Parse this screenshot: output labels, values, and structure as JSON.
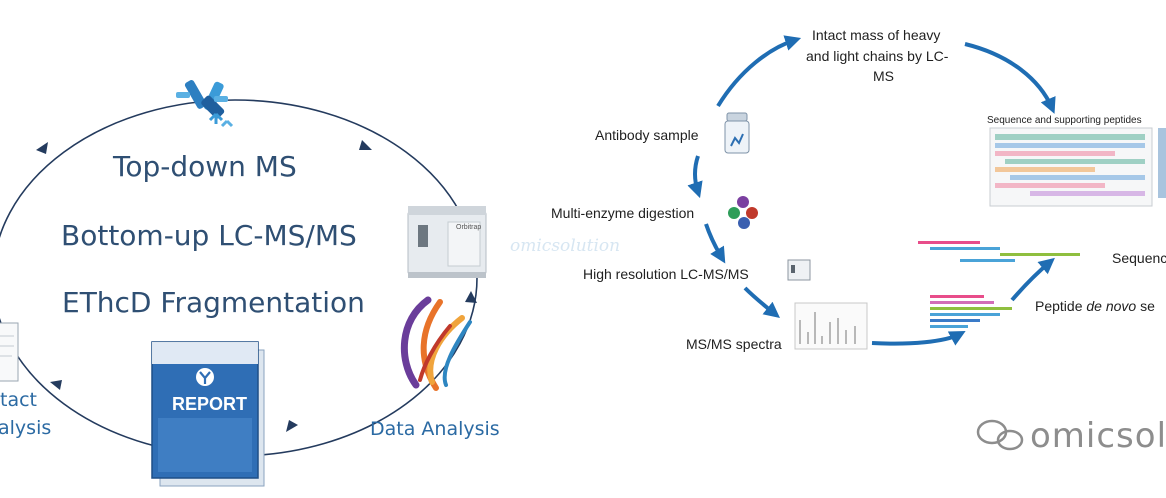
{
  "left": {
    "methods": [
      "Top-down MS",
      "Bottom-up LC-MS/MS",
      "EThcD Fragmentation"
    ],
    "report_label": "REPORT",
    "data_analysis": "Data Analysis",
    "intact_line1": "tact",
    "intact_line2": "alysis",
    "instrument_label": "Orbitrap"
  },
  "right": {
    "antibody_sample": "Antibody sample",
    "multi_enzyme": "Multi-enzyme digestion",
    "high_res": "High resolution LC-MS/MS",
    "msms_spectra": "MS/MS spectra",
    "intact_mass_l1": "Intact mass of heavy",
    "intact_mass_l2": "and light chains by LC-",
    "intact_mass_l3": "MS",
    "seq_supporting": "Sequence and supporting peptides",
    "sequence_cut": "Sequenc",
    "peptide_prefix": "Peptide ",
    "peptide_italic": "de novo",
    "peptide_suffix": " se"
  },
  "watermarks": {
    "center": "omicsolution",
    "bottom_right": "omicsolu"
  },
  "colors": {
    "arrow_blue": "#1f6db3",
    "circle_navy": "#243b5e",
    "report_blue": "#2f6eb5",
    "text_navy": "#2f4f73",
    "label_blue": "#2b6aa3"
  }
}
